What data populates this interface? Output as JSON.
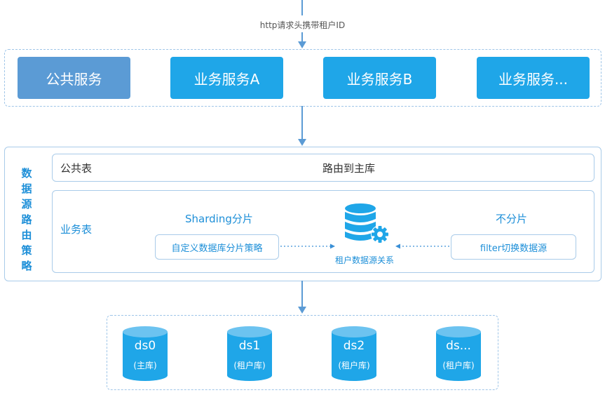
{
  "request": {
    "label": "http请求头携带租户ID"
  },
  "services": [
    {
      "label": "公共服务"
    },
    {
      "label": "业务服务A"
    },
    {
      "label": "业务服务B"
    },
    {
      "label": "业务服务..."
    }
  ],
  "routing": {
    "title_chars": [
      "数",
      "据",
      "源",
      "路",
      "由",
      "策",
      "略"
    ],
    "public_table": {
      "label": "公共表",
      "route": "路由到主库"
    },
    "business_table": {
      "label": "业务表",
      "sharding": {
        "title": "Sharding分片",
        "strategy": "自定义数据库分片策略"
      },
      "center": {
        "label": "租户数据源关系",
        "icon": "database-gear-icon"
      },
      "no_sharding": {
        "title": "不分片",
        "strategy": "filter切换数据源"
      }
    }
  },
  "databases": [
    {
      "name": "ds0",
      "sub": "(主库)"
    },
    {
      "name": "ds1",
      "sub": "(租户库)"
    },
    {
      "name": "ds2",
      "sub": "(租户库)"
    },
    {
      "name": "ds...",
      "sub": "(租户库)"
    }
  ],
  "colors": {
    "primary_blue": "#1fa6e8",
    "muted_blue": "#5b9bd5",
    "border": "#a9cbe9",
    "text_blue": "#1d8fd8"
  }
}
